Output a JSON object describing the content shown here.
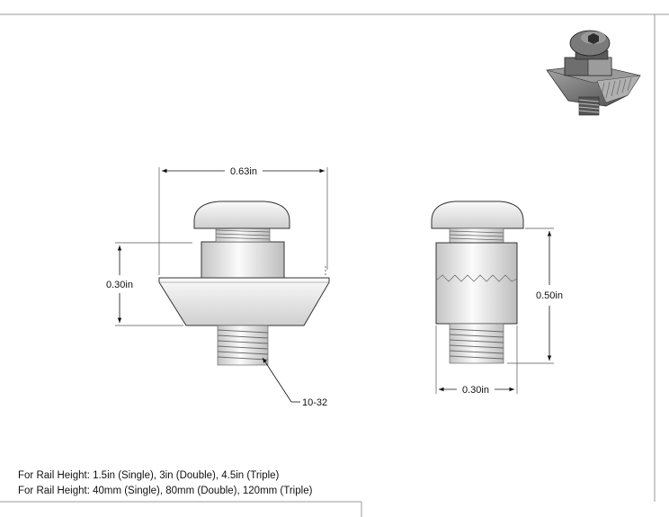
{
  "front_view": {
    "width_dim": "0.63in",
    "height_dim": "0.30in",
    "thread_callout": "10-32"
  },
  "side_view": {
    "height_dim": "0.50in",
    "width_dim": "0.30in"
  },
  "notes": [
    "For Rail Height: 1.5in (Single), 3in (Double), 4.5in (Triple)",
    "For Rail Height: 40mm (Single), 80mm (Double), 120mm (Triple)"
  ]
}
